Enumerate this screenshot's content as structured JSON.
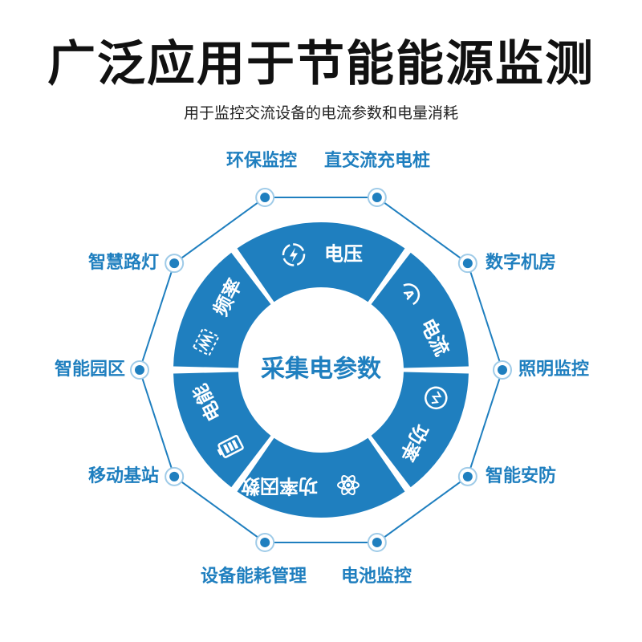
{
  "title": "广泛应用于节能能源监测",
  "subtitle": "用于监控交流设备的电流参数和电量消耗",
  "center_label": "采集电参数",
  "colors": {
    "ring": "#1f7fbf",
    "label": "#1f7fbf",
    "title": "#111111"
  },
  "segments": [
    {
      "label": "电压",
      "icon": "lightning-circle-icon"
    },
    {
      "label": "电流",
      "icon": "ammeter-arc-icon"
    },
    {
      "label": "功率",
      "icon": "wave-circle-icon"
    },
    {
      "label": "功率因数",
      "icon": "atom-icon"
    },
    {
      "label": "电能",
      "icon": "battery-icon"
    },
    {
      "label": "频率",
      "icon": "waveform-icon"
    }
  ],
  "applications": [
    "环保监控",
    "直交流充电桩",
    "数字机房",
    "照明监控",
    "智能安防",
    "电池监控",
    "设备能耗管理",
    "移动基站",
    "智能园区",
    "智慧路灯"
  ]
}
